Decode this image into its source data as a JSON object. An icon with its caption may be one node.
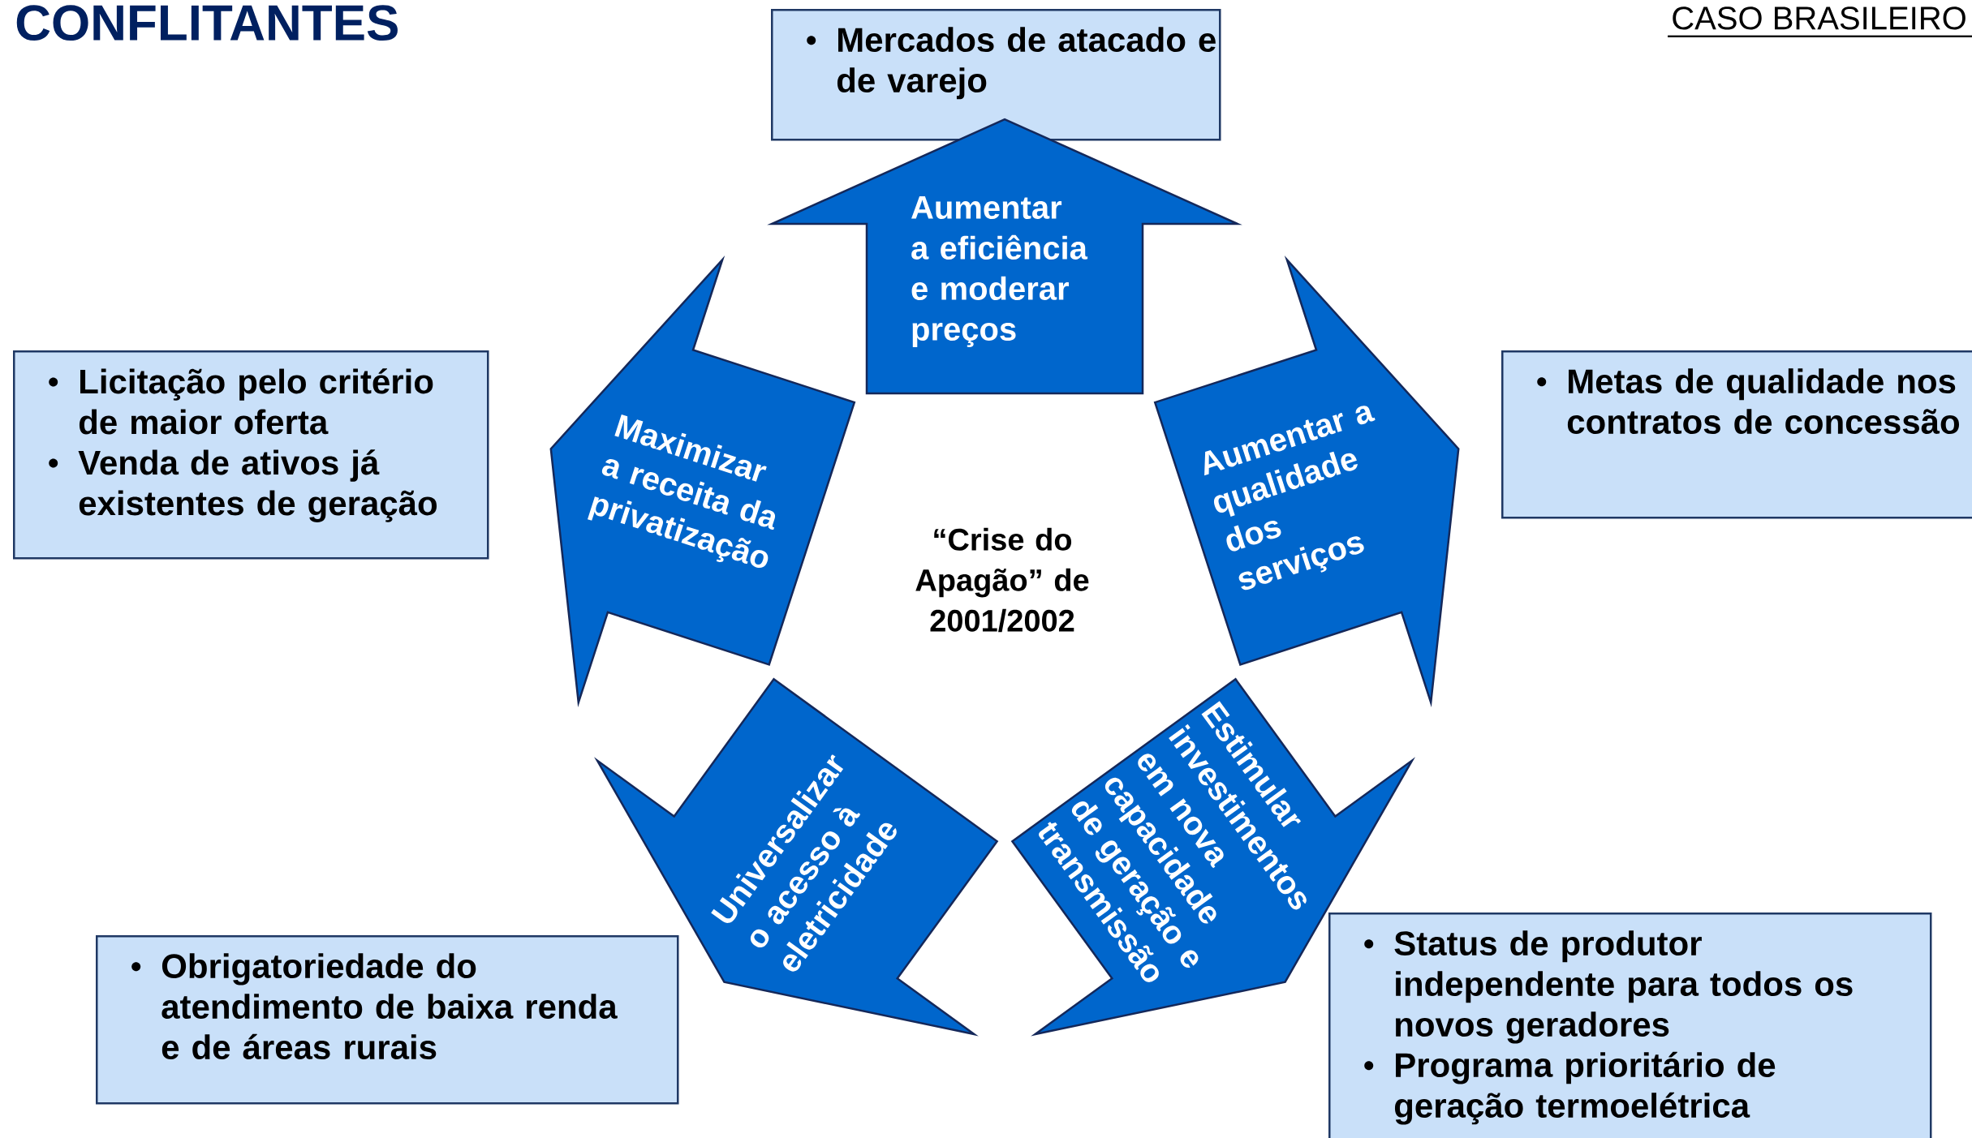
{
  "diagram": {
    "title": "CONFLITANTES",
    "nodes": [
      {
        "text": [
          "Mercados de atacado e de varejo"
        ]
      },
      {
        "text": [
          "Aumentar a eficiência e moderar preços"
        ]
      },
      {
        "text": [
          "Licitação pelo critério de maior oferta",
          "Venda de ativos já existentes de geração"
        ]
      },
      {
        "text": [
          "Maximizar a receita da privatização"
        ]
      },
      {
        "text": [
          "Aumentar a qualidade dos serviços"
        ]
      },
      {
        "text": [
          "Metas de qualidade nos contratos de concessão"
        ]
      },
      {
        "text": [
          "Universalizar o acesso à eletricidade"
        ]
      },
      {
        "text": [
          "Estimular investimentos em nova capacidade de geração e transmissão"
        ]
      },
      {
        "text": [
          "Obrigatoriedade do atendimento de baixa renda e de áreas rurais"
        ]
      },
      {
        "text": [
          "Status de produtor independente para todos os novos geradores",
          "Programa prioritário de geração termoelétrica"
        ]
      }
    ],
    "labels": [
      "CASO BRASILEIRO",
      "“Crise do Apagão” de 2001/2002"
    ]
  }
}
